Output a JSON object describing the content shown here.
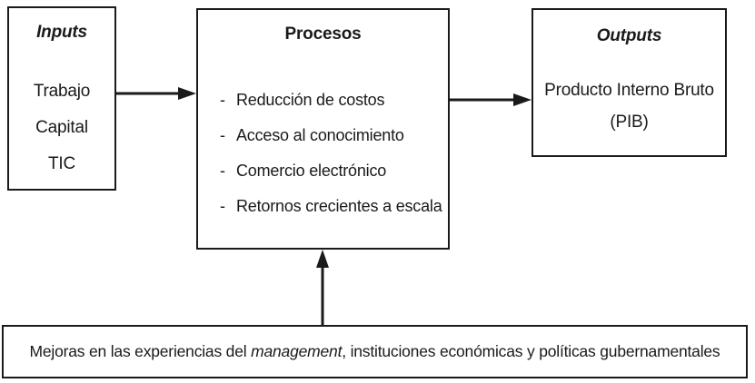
{
  "diagram": {
    "inputs_box": {
      "title": "Inputs",
      "items": [
        "Trabajo",
        "Capital",
        "TIC"
      ]
    },
    "procesos_box": {
      "title": "Procesos",
      "bullet": "-",
      "items": [
        "Reducción de costos",
        "Acceso al conocimiento",
        "Comercio electrónico",
        "Retornos crecientes a escala"
      ]
    },
    "outputs_box": {
      "title": "Outputs",
      "line1": "Producto Interno Bruto",
      "line2": "(PIB)"
    },
    "bottom_box": {
      "text_before": "Mejoras en las experiencias del ",
      "text_italic": "management",
      "text_after": ", instituciones económicas y políticas gubernamentales"
    },
    "colors": {
      "border": "#1a1a1a",
      "text": "#1a1a1a",
      "arrow": "#1a1a1a",
      "background": "#ffffff"
    }
  }
}
